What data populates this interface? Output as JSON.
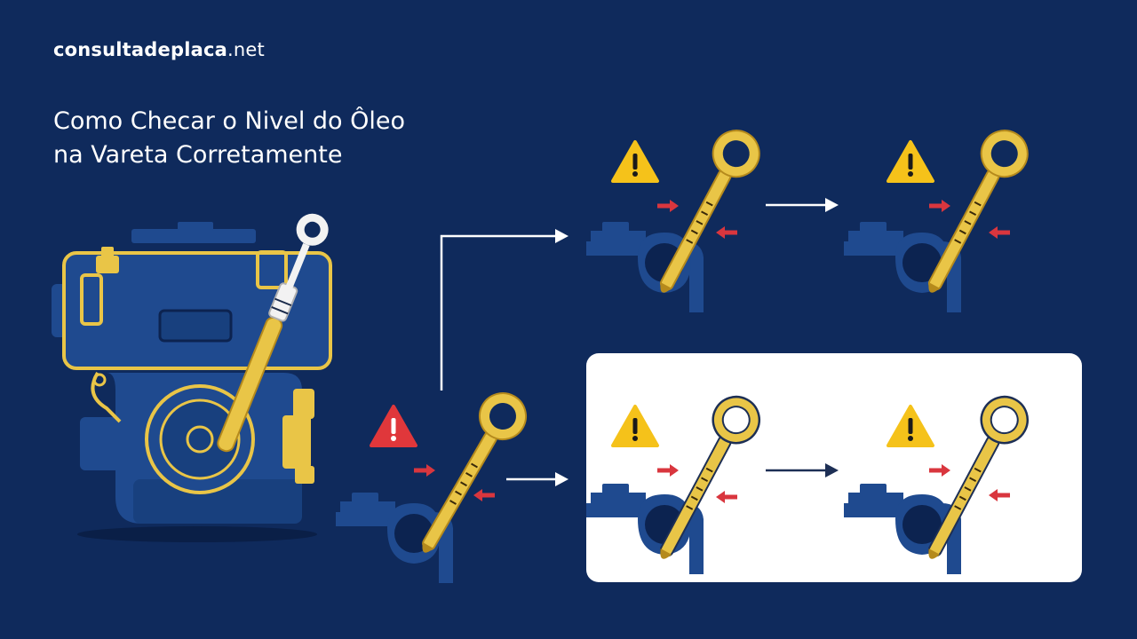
{
  "header": {
    "brand_name": "consultadeplaca",
    "brand_tld": ".net",
    "title_line1": "Como Checar o Nivel do Ôleo",
    "title_line2": "na Vareta Corretamente"
  },
  "icons": {
    "engine": "engine-icon",
    "dipstick": "dipstick-icon",
    "warning": "warning-triangle-icon",
    "arrow": "arrow-right-icon",
    "marker": "red-level-marker-icon"
  },
  "colors": {
    "background": "#0f2a5c",
    "engine_blue": "#1f4a8f",
    "gold": "#e9c547",
    "gold_outline": "#b58a1c",
    "warning_yellow": "#f5c21a",
    "warning_red": "#e0373b",
    "marker_red": "#d9363e",
    "panel_white": "#ffffff"
  }
}
